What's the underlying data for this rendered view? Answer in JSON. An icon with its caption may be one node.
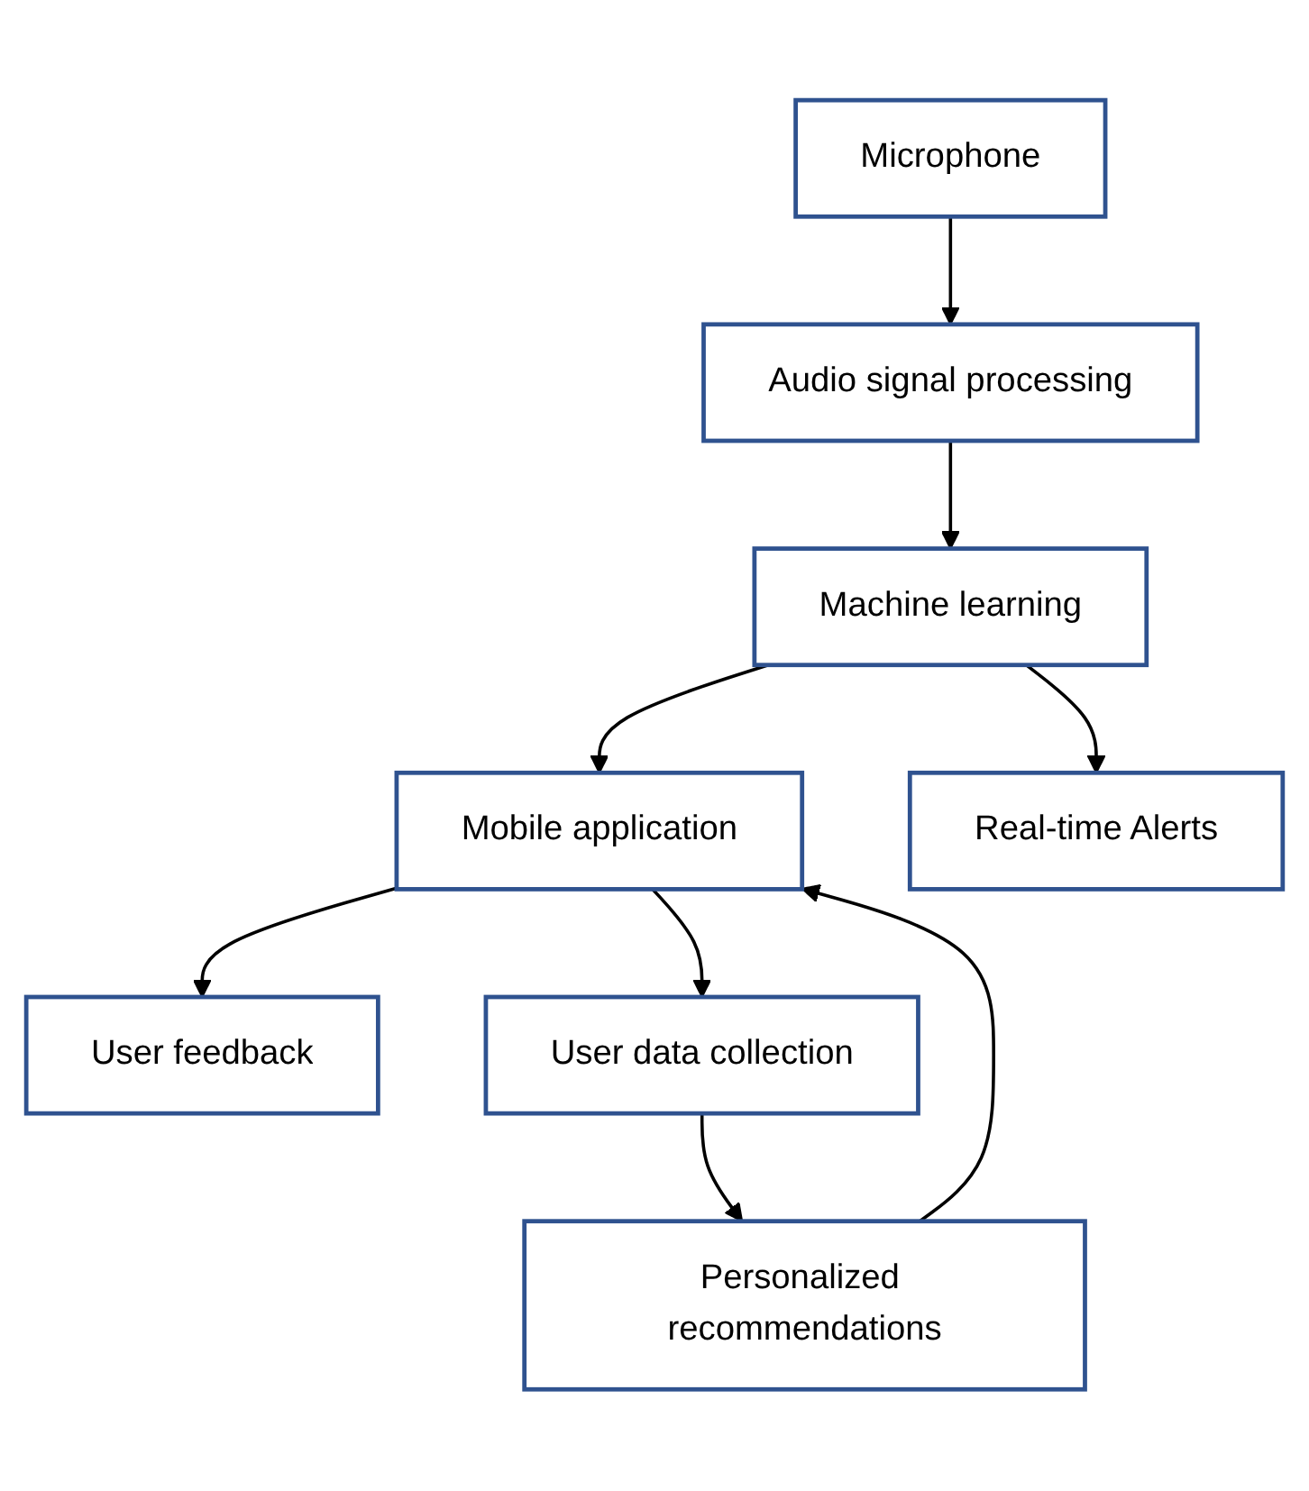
{
  "diagram": {
    "nodes": [
      {
        "text": [
          "Microphone"
        ]
      },
      {
        "text": [
          "Audio signal processing"
        ]
      },
      {
        "text": [
          "Machine learning"
        ]
      },
      {
        "text": [
          "Mobile application"
        ]
      },
      {
        "text": [
          "Real-time Alerts"
        ]
      },
      {
        "text": [
          "User feedback"
        ]
      },
      {
        "text": [
          "User data collection"
        ]
      },
      {
        "text": [
          "Personalized recommendations"
        ]
      }
    ],
    "edges": [
      {
        "from": 0,
        "to": 1,
        "arrow": "to"
      },
      {
        "from": 1,
        "to": 2,
        "arrow": "to"
      },
      {
        "from": 2,
        "to": 3,
        "arrow": "to"
      },
      {
        "from": 2,
        "to": 4,
        "arrow": "to"
      },
      {
        "from": 3,
        "to": 5,
        "arrow": "to"
      },
      {
        "from": 3,
        "to": 6,
        "arrow": "to"
      },
      {
        "from": 6,
        "to": 7,
        "arrow": "to"
      },
      {
        "from": 7,
        "to": 3,
        "arrow": "to"
      }
    ]
  }
}
